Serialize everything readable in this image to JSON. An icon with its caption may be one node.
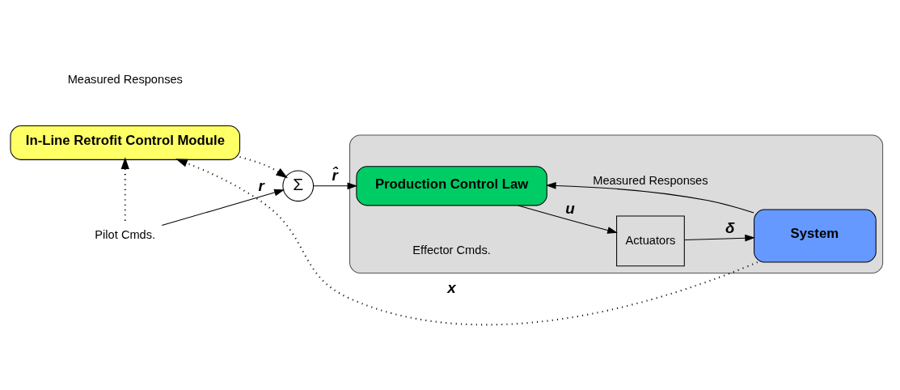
{
  "diagram": {
    "nodes": [
      {
        "text": [
          "In-Line Retrofit Control Module"
        ]
      },
      {
        "text": [
          "Pilot Cmds."
        ]
      },
      {
        "text": [
          "Σ"
        ]
      },
      {
        "text": [],
        "shape": "box"
      },
      {
        "text": [
          "Production Control Law"
        ],
        "in": 3
      },
      {
        "text": [
          "Actuators"
        ],
        "in": 3
      },
      {
        "text": [
          "System"
        ],
        "in": 3
      }
    ],
    "edges": [
      {
        "from": 1,
        "to": 2,
        "arrow": "to",
        "label": "r"
      },
      {
        "from": 1,
        "to": 0,
        "arrow": "to",
        "style": "dashed"
      },
      {
        "from": 0,
        "to": 2,
        "arrow": "to",
        "style": "dashed"
      },
      {
        "from": 2,
        "to": 4,
        "arrow": "to",
        "label": "r̂"
      },
      {
        "from": 4,
        "to": 5,
        "arrow": "to",
        "label": "u"
      },
      {
        "from": 5,
        "to": 6,
        "arrow": "to",
        "label": "δ"
      },
      {
        "from": 6,
        "to": 4,
        "arrow": "to",
        "label": "Measured Responses"
      },
      {
        "from": 6,
        "to": 0,
        "arrow": "to",
        "style": "dashed",
        "label": "x"
      }
    ],
    "labels": [
      "Measured Responses",
      "Effector Cmds."
    ]
  }
}
